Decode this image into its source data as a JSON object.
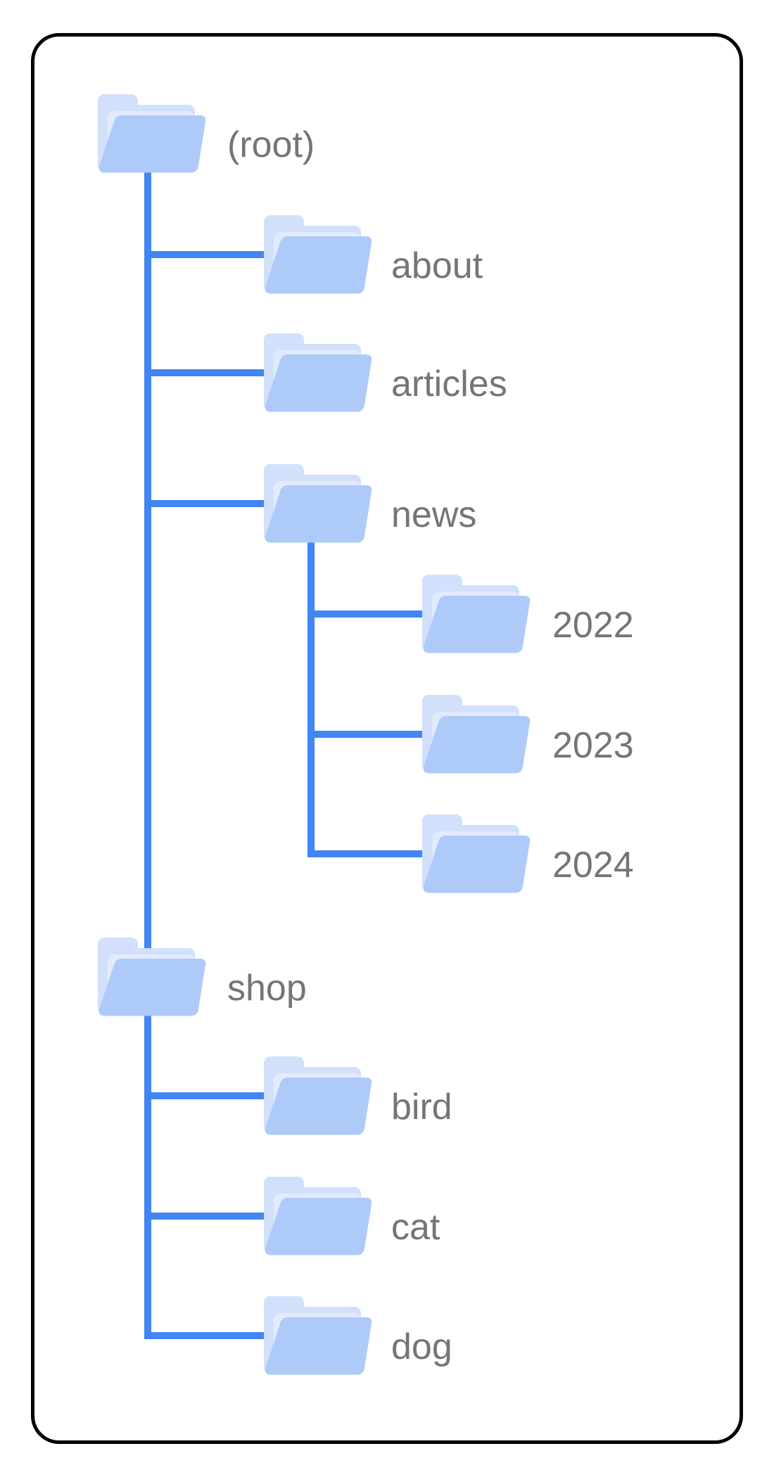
{
  "figure": {
    "type": "site-structure-tree-diagram",
    "nodes": [
      {
        "id": "root",
        "label": "(root)",
        "level": 0,
        "parent": null
      },
      {
        "id": "about",
        "label": "about",
        "level": 1,
        "parent": "root"
      },
      {
        "id": "articles",
        "label": "articles",
        "level": 1,
        "parent": "root"
      },
      {
        "id": "news",
        "label": "news",
        "level": 1,
        "parent": "root"
      },
      {
        "id": "y2022",
        "label": "2022",
        "level": 2,
        "parent": "news"
      },
      {
        "id": "y2023",
        "label": "2023",
        "level": 2,
        "parent": "news"
      },
      {
        "id": "y2024",
        "label": "2024",
        "level": 2,
        "parent": "news"
      },
      {
        "id": "shop",
        "label": "shop",
        "level": 1,
        "parent": "root"
      },
      {
        "id": "bird",
        "label": "bird",
        "level": 2,
        "parent": "shop"
      },
      {
        "id": "cat",
        "label": "cat",
        "level": 2,
        "parent": "shop"
      },
      {
        "id": "dog",
        "label": "dog",
        "level": 2,
        "parent": "shop"
      }
    ],
    "colors": {
      "connector": "#4285f4",
      "folder_front": "#aecaf9",
      "folder_back": "#d2e0fc",
      "folder_paper": "#e2ebfd",
      "label_text": "#757575",
      "frame_border": "#000000",
      "background": "#ffffff"
    }
  }
}
